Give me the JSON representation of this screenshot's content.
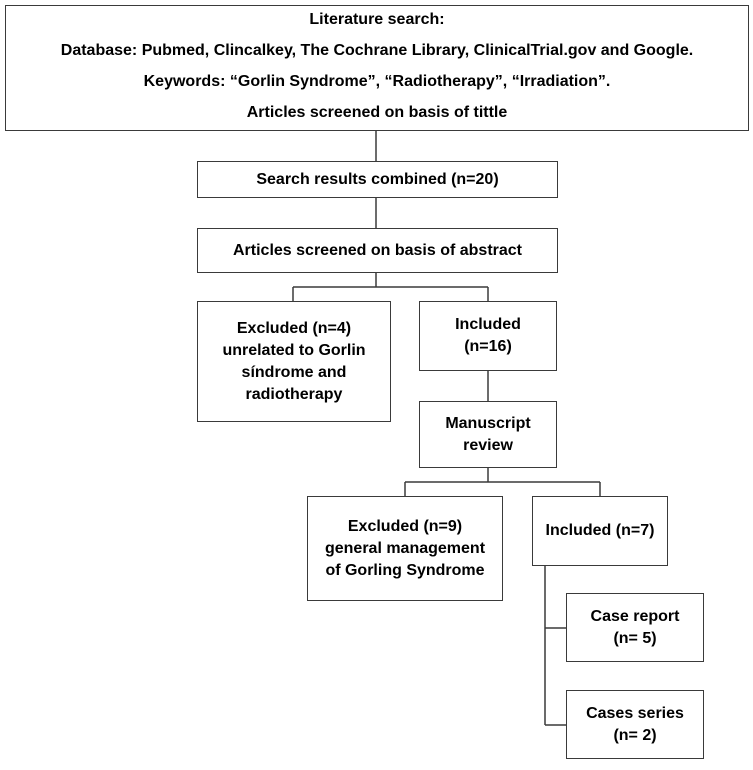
{
  "literature_search": {
    "title": "Literature search:",
    "database": "Database: Pubmed, Clincalkey, The Cochrane Library, ClinicalTrial.gov and Google.",
    "keywords": "Keywords: “Gorlin Syndrome”, “Radiotherapy”, “Irradiation”.",
    "screening": "Articles screened on basis of tittle"
  },
  "combined": "Search results combined (n=20)",
  "abstract_screen": "Articles screened on basis of abstract",
  "excluded_1": {
    "line1": "Excluded (n=4)",
    "line2": "unrelated to  Gorlin",
    "line3": "síndrome and",
    "line4": "radiotherapy"
  },
  "included_1": {
    "line1": "Included",
    "line2": "(n=16)"
  },
  "manuscript_review": {
    "line1": "Manuscript",
    "line2": "review"
  },
  "excluded_2": {
    "line1": "Excluded (n=9)",
    "line2": "general management",
    "line3": "of Gorling Syndrome"
  },
  "included_2": "Included (n=7)",
  "case_report": {
    "line1": "Case report",
    "line2": "(n= 5)"
  },
  "cases_series": {
    "line1": "Cases series",
    "line2": "(n= 2)"
  }
}
